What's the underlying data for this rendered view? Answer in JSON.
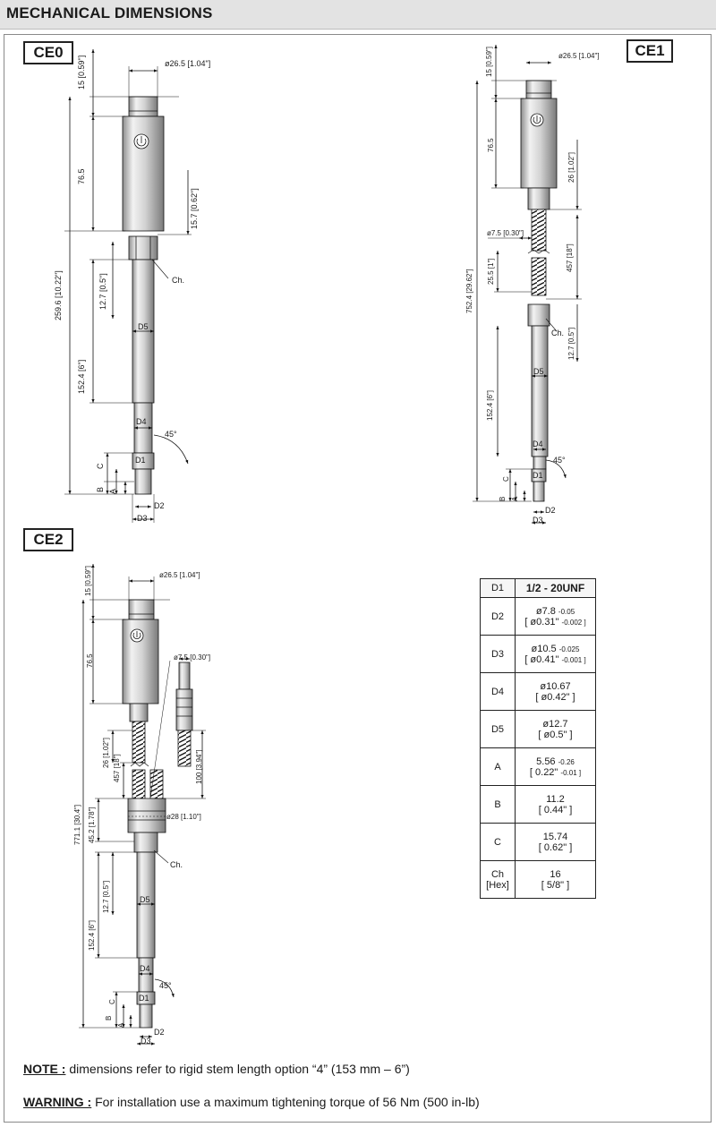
{
  "header": {
    "title": "MECHANICAL DIMENSIONS"
  },
  "models": {
    "ce0": "CE0",
    "ce1": "CE1",
    "ce2": "CE2"
  },
  "ce0": {
    "dia_head": "ø26.5 [1.04\"]",
    "h15": "15 [0.59\"]",
    "h76": "76.5",
    "total": "259.6 [10.22\"]",
    "h157": "15.7 [0.62\"]",
    "h127": "12.7 [0.5\"]",
    "h1524": "152.4 [6\"]",
    "ch": "Ch.",
    "d5": "D5",
    "d4": "D4",
    "d1": "D1",
    "d2": "D2",
    "d3": "D3",
    "angle": "45°",
    "a": "A",
    "b": "B",
    "c": "C"
  },
  "ce1": {
    "dia_head": "ø26.5 [1.04\"]",
    "h15": "15 [0.59\"]",
    "h76": "76.5",
    "h26": "26 [1.02\"]",
    "dia75": "ø7.5 [0.30\"]",
    "total": "752.4 [29.62\"]",
    "h255": "25.5 [1\"]",
    "h457": "457 [18\"]",
    "ch": "Ch.",
    "h127": "12.7 [0.5\"]",
    "d5": "D5",
    "h1524": "152.4 [6\"]",
    "d4": "D4",
    "d1": "D1",
    "d2": "D2",
    "d3": "D3",
    "angle": "45°",
    "a": "A",
    "b": "B",
    "c": "C"
  },
  "ce2": {
    "dia_head": "ø26.5 [1.04\"]",
    "h15": "15 [0.59\"]",
    "h76": "76.5",
    "dia75": "ø7.5 [0.30\"]",
    "h26": "26 [1.02\"]",
    "h457": "457 [18\"]",
    "h100": "100 [3.94\"]",
    "total": "771.1 [30.4\"]",
    "h452": "45.2 [1.78\"]",
    "dia28": "ø28 [1.10\"]",
    "ch": "Ch.",
    "h127": "12.7 [0.5\"]",
    "d5": "D5",
    "h1524": "152.4 [6\"]",
    "d4": "D4",
    "d1": "D1",
    "d2": "D2",
    "d3": "D3",
    "angle": "45°",
    "a": "A",
    "b": "B",
    "c": "C"
  },
  "spec_table": {
    "rows": [
      {
        "key": "D1",
        "v1": "1/2 - 20UNF",
        "v2": ""
      },
      {
        "key": "D2",
        "v1": "ø7.8",
        "t1": "-0.05",
        "v2": "[ ø0.31\"",
        "t2": "-0.002 ]"
      },
      {
        "key": "D3",
        "v1": "ø10.5",
        "t1": "-0.025",
        "v2": "[ ø0.41\"",
        "t2": "-0.001 ]"
      },
      {
        "key": "D4",
        "v1": "ø10.67",
        "t1": "",
        "v2": "[ ø0.42\" ]",
        "t2": ""
      },
      {
        "key": "D5",
        "v1": "ø12.7",
        "t1": "",
        "v2": "[ ø0.5\" ]",
        "t2": ""
      },
      {
        "key": "A",
        "v1": "5.56",
        "t1": "-0.26",
        "v2": "[ 0.22\"",
        "t2": "-0.01 ]"
      },
      {
        "key": "B",
        "v1": "11.2",
        "t1": "",
        "v2": "[ 0.44\" ]",
        "t2": ""
      },
      {
        "key": "C",
        "v1": "15.74",
        "t1": "",
        "v2": "[ 0.62\" ]",
        "t2": ""
      },
      {
        "key": "Ch",
        "key2": "[Hex]",
        "v1": "16",
        "t1": "",
        "v2": "[ 5/8\" ]",
        "t2": ""
      }
    ]
  },
  "notes": {
    "note_label": "NOTE :",
    "note_text": " dimensions refer to rigid stem length option “4” (153 mm – 6”)",
    "warning_label": "WARNING :",
    "warning_text": " For installation use a maximum tightening torque of 56 Nm (500 in-lb)"
  }
}
